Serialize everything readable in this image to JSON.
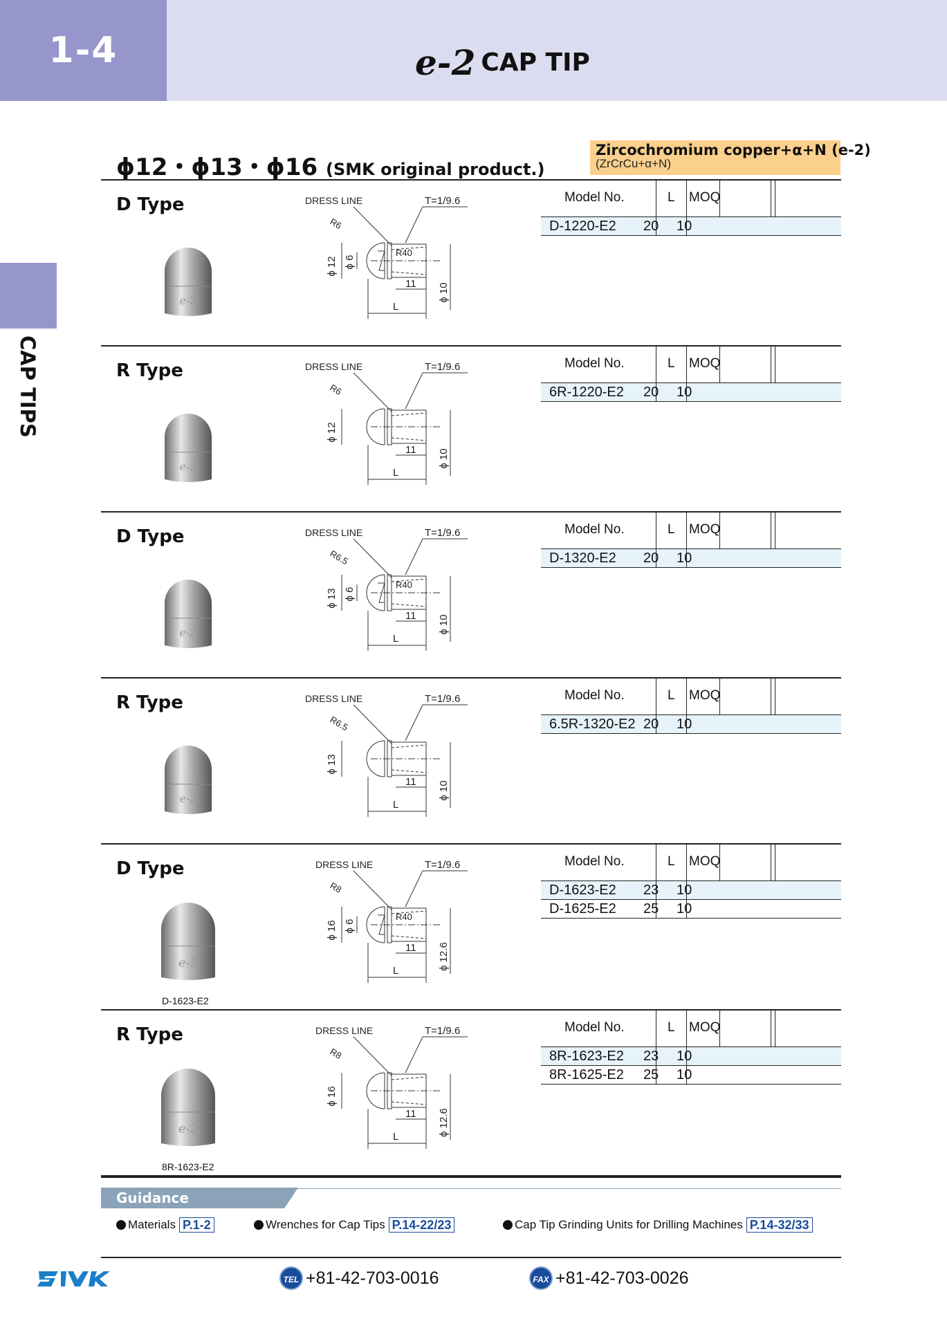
{
  "header": {
    "section_number": "1-4",
    "brand": "e-2",
    "title": "CAP TIP"
  },
  "side_label": "CAP TIPS",
  "subheading": {
    "diameters": "ϕ12・ϕ13・ϕ16",
    "note": "(SMK original product.)"
  },
  "material": {
    "line1": "Zircochromium copper+α+N (e-2)",
    "line2": "(ZrCrCu+α+N)"
  },
  "table_headers": {
    "model": "Model No.",
    "l": "L",
    "moq": "MOQ"
  },
  "sections": [
    {
      "title": "D Type",
      "drawing": {
        "dress_line": "DRESS LINE",
        "taper": "T=1/9.6",
        "radius": "R6",
        "dia_outer": "ϕ 12",
        "dia_inner": "ϕ 6",
        "r40": "R40",
        "len11": "11",
        "dia_bore": "ϕ 10",
        "len_l": "L"
      },
      "rows": [
        {
          "model": "D-1220-E2",
          "l": "20",
          "moq": "10"
        }
      ],
      "caption": ""
    },
    {
      "title": "R Type",
      "drawing": {
        "dress_line": "DRESS LINE",
        "taper": "T=1/9.6",
        "radius": "R6",
        "dia_outer": "ϕ 12",
        "len11": "11",
        "dia_bore": "ϕ 10",
        "len_l": "L"
      },
      "rows": [
        {
          "model": "6R-1220-E2",
          "l": "20",
          "moq": "10"
        }
      ],
      "caption": ""
    },
    {
      "title": "D Type",
      "drawing": {
        "dress_line": "DRESS LINE",
        "taper": "T=1/9.6",
        "radius": "R6.5",
        "dia_outer": "ϕ 13",
        "dia_inner": "ϕ 6",
        "r40": "R40",
        "len11": "11",
        "dia_bore": "ϕ 10",
        "len_l": "L"
      },
      "rows": [
        {
          "model": "D-1320-E2",
          "l": "20",
          "moq": "10"
        }
      ],
      "caption": ""
    },
    {
      "title": "R Type",
      "drawing": {
        "dress_line": "DRESS LINE",
        "taper": "T=1/9.6",
        "radius": "R6.5",
        "dia_outer": "ϕ 13",
        "len11": "11",
        "dia_bore": "ϕ 10",
        "len_l": "L"
      },
      "rows": [
        {
          "model": "6.5R-1320-E2",
          "l": "20",
          "moq": "10"
        }
      ],
      "caption": ""
    },
    {
      "title": "D Type",
      "drawing": {
        "dress_line": "DRESS LINE",
        "taper": "T=1/9.6",
        "radius": "R8",
        "dia_outer": "ϕ 16",
        "dia_inner": "ϕ 6",
        "r40": "R40",
        "len11": "11",
        "dia_bore": "ϕ 12.6",
        "len_l": "L"
      },
      "rows": [
        {
          "model": "D-1623-E2",
          "l": "23",
          "moq": "10"
        },
        {
          "model": "D-1625-E2",
          "l": "25",
          "moq": "10"
        }
      ],
      "caption": "D-1623-E2"
    },
    {
      "title": "R Type",
      "drawing": {
        "dress_line": "DRESS LINE",
        "taper": "T=1/9.6",
        "radius": "R8",
        "dia_outer": "ϕ 16",
        "len11": "11",
        "dia_bore": "ϕ 12.6",
        "len_l": "L"
      },
      "rows": [
        {
          "model": "8R-1623-E2",
          "l": "23",
          "moq": "10"
        },
        {
          "model": "8R-1625-E2",
          "l": "25",
          "moq": "10"
        }
      ],
      "caption": "8R-1623-E2"
    }
  ],
  "guidance": {
    "label": "Guidance",
    "items": [
      {
        "text": "Materials",
        "ref": "P.1-2"
      },
      {
        "text": "Wrenches for Cap Tips",
        "ref": "P.14-22/23"
      },
      {
        "text": "Cap Tip Grinding Units for Drilling Machines",
        "ref": "P.14-32/33"
      }
    ]
  },
  "footer": {
    "logo": "SMK",
    "tel_badge": "TEL",
    "tel": "+81-42-703-0016",
    "fax_badge": "FAX",
    "fax": "+81-42-703-0026"
  }
}
